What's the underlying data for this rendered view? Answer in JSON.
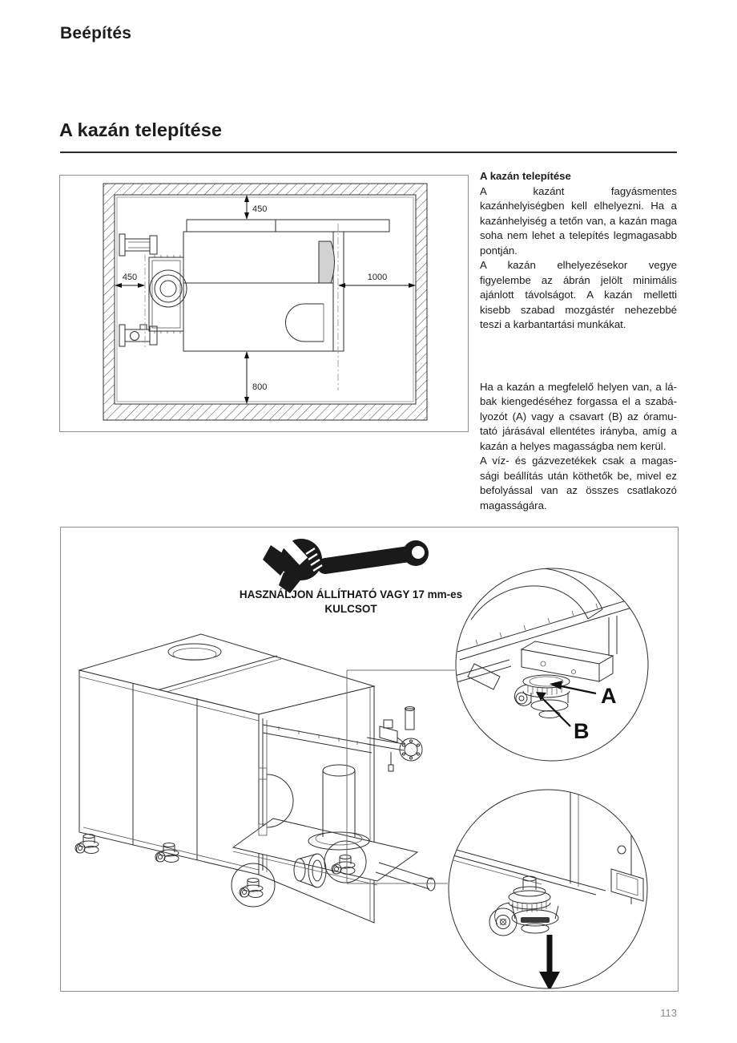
{
  "page": {
    "title": "Beépítés",
    "heading": "A kazán telepítése",
    "page_number": "113"
  },
  "text_column": {
    "title": "A kazán telepítése",
    "para1_lines": [
      "A kazánt fagyásmentes",
      "kazánhelyiségben kell elhelyezni. Ha a",
      "kazánhelyiség a tetőn van, a kazán maga",
      "soha nem lehet a telepítés legmagasabb",
      "pontján."
    ],
    "para2_lines": [
      "A kazán elhelyezésekor vegye",
      "figyelembe az ábrán jelölt minimális",
      "ajánlott távolságot. A kazán melletti",
      "kisebb szabad mozgástér nehezebbé",
      "teszi a karbantartási munkákat."
    ],
    "para3_lines": [
      "Ha a kazán a megfelelő helyen van, a lá-",
      "bak kiengedéséhez forgassa el a szabá-",
      "lyozót (A) vagy a csavart (B) az óramu-",
      "tató járásával ellentétes irányba, amíg a",
      "kazán a helyes magasságba nem kerül."
    ],
    "para4_lines": [
      "A víz- és gázvezetékek csak a magas-",
      "sági beállítás után köthetők be, mivel ez",
      "befolyással van az összes csatlakozó",
      "magasságára."
    ]
  },
  "figure1": {
    "dim_top": "450",
    "dim_left": "450",
    "dim_right": "1000",
    "dim_bottom": "800"
  },
  "figure2": {
    "caption_line1": "HASZNÁLJON ÁLLÍTHATÓ VAGY 17 mm-es",
    "caption_line2": "KULCSOT",
    "label_a": "A",
    "label_b": "B"
  },
  "colors": {
    "line": "#2f2f2f",
    "frame": "#909090",
    "panel_gray": "#d2d2d2",
    "page_number_gray": "#8a8a8a"
  }
}
